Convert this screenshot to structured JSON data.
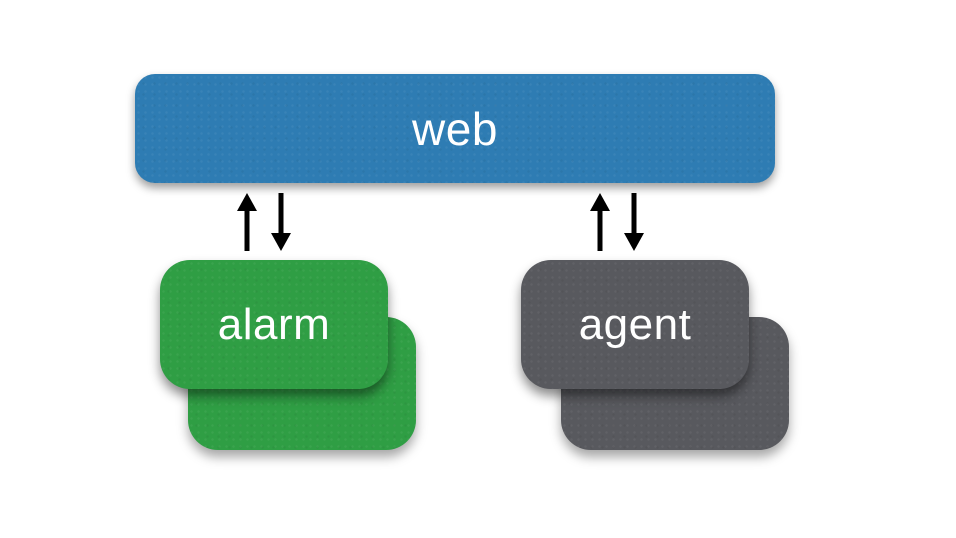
{
  "diagram": {
    "title": "web / alarm / agent architecture diagram",
    "background_color": "#ffffff",
    "nodes": [
      {
        "id": "web",
        "label": "web",
        "color": "#2e7cb3",
        "text_color": "#ffffff",
        "shape": "rounded-rect",
        "stacked": false
      },
      {
        "id": "alarm",
        "label": "alarm",
        "color": "#2f9e44",
        "text_color": "#ffffff",
        "shape": "rounded-rect",
        "stacked": true,
        "stack_count": 2
      },
      {
        "id": "agent",
        "label": "agent",
        "color": "#58595e",
        "text_color": "#ffffff",
        "shape": "rounded-rect",
        "stacked": true,
        "stack_count": 2
      }
    ],
    "edges": [
      {
        "from": "web",
        "to": "alarm",
        "bidirectional": true,
        "style": "paired-vertical-arrows",
        "color": "#000000"
      },
      {
        "from": "web",
        "to": "agent",
        "bidirectional": true,
        "style": "paired-vertical-arrows",
        "color": "#000000"
      }
    ]
  }
}
